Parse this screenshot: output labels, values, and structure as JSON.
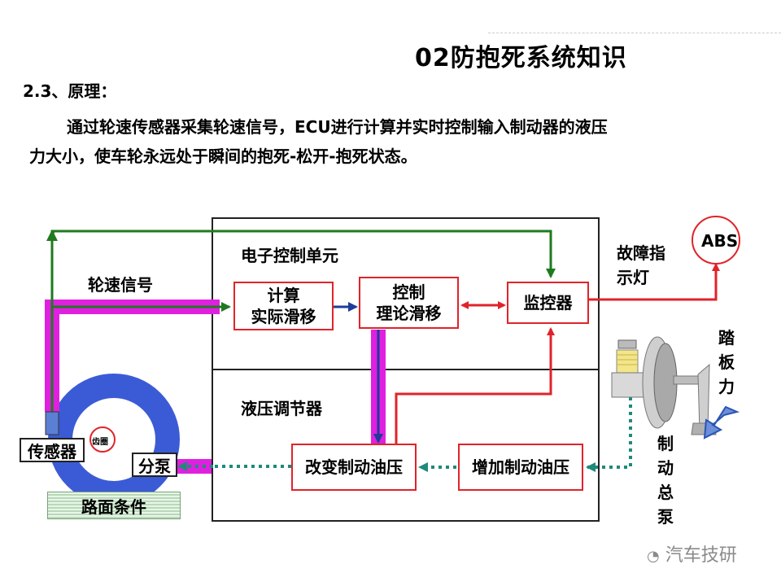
{
  "title": "02防抱死系统知识",
  "section": "2.3、原理：",
  "paragraph": {
    "line1": "通过轮速传感器采集轮速信号，ECU进行计算并实时控制输入制动器的液压",
    "line2": "力大小，使车轮永远处于瞬间的抱死-松开-抱死状态。"
  },
  "diagram": {
    "ecu_label": "电子控制单元",
    "hydraulic_label": "液压调节器",
    "wheel_signal": "轮速信号",
    "calc_box": "计算\n实际滑移",
    "control_box": "控制\n理论滑移",
    "monitor_box": "监控器",
    "fault_lamp": "故障指\n示灯",
    "abs_lamp": "ABS",
    "pedal_force": "踏板力",
    "master_cylinder": "制动总泵",
    "change_pressure": "改变制动油压",
    "increase_pressure": "增加制动油压",
    "pump": "分泵",
    "sensor": "传感器",
    "gear_ring": "齿圈",
    "road": "路面条件"
  },
  "watermark": "汽车技研",
  "colors": {
    "red": "#e0232a",
    "green": "#1e7a1e",
    "magenta": "#e020e0",
    "blue": "#2b54b8",
    "teal": "#1e8a7a"
  }
}
